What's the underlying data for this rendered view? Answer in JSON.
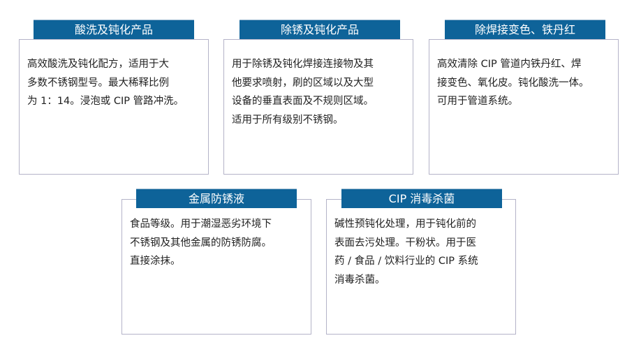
{
  "cards": [
    {
      "title": "酸洗及钝化产品",
      "lines": [
        "高效酸洗及钝化配方，适用于大",
        "多数不锈钢型号。最大稀释比例",
        "为 1：14。浸泡或 CIP 管路冲洗。"
      ]
    },
    {
      "title": "除锈及钝化产品",
      "lines": [
        "用于除锈及钝化焊接连接物及其",
        "他要求喷射，刷的区域以及大型",
        "设备的垂直表面及不规则区域。",
        "适用于所有级别不锈钢。"
      ]
    },
    {
      "title": "除焊接变色、铁丹红",
      "lines": [
        "高效清除 CIP 管道内铁丹红、焊",
        "接变色、氧化皮。钝化酸洗一体。",
        "可用于管道系统。"
      ]
    },
    {
      "title": "金属防锈液",
      "lines": [
        "食品等级。用于潮湿恶劣环境下",
        "不锈钢及其他金属的防锈防腐。",
        "直接涂抹。"
      ]
    },
    {
      "title": "CIP 消毒杀菌",
      "lines": [
        "碱性预钝化处理，用于钝化前的",
        "表面去污处理。干粉状。用于医",
        "药 / 食品 / 饮料行业的 CIP 系统",
        "消毒杀菌。"
      ]
    }
  ]
}
